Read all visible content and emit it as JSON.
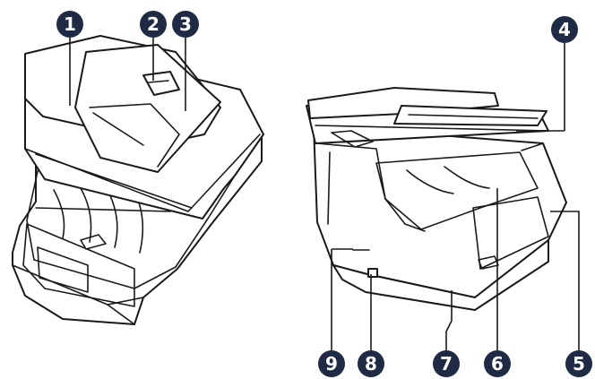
{
  "colors": {
    "badge": "#1f2a44",
    "badge_text": "#ffffff",
    "line": "#1a1a1a",
    "background": "#ffffff"
  },
  "callouts": [
    {
      "id": "1",
      "label": "1"
    },
    {
      "id": "2",
      "label": "2"
    },
    {
      "id": "3",
      "label": "3"
    },
    {
      "id": "4",
      "label": "4"
    },
    {
      "id": "5",
      "label": "5"
    },
    {
      "id": "6",
      "label": "6"
    },
    {
      "id": "7",
      "label": "7"
    },
    {
      "id": "8",
      "label": "8"
    },
    {
      "id": "9",
      "label": "9"
    }
  ]
}
